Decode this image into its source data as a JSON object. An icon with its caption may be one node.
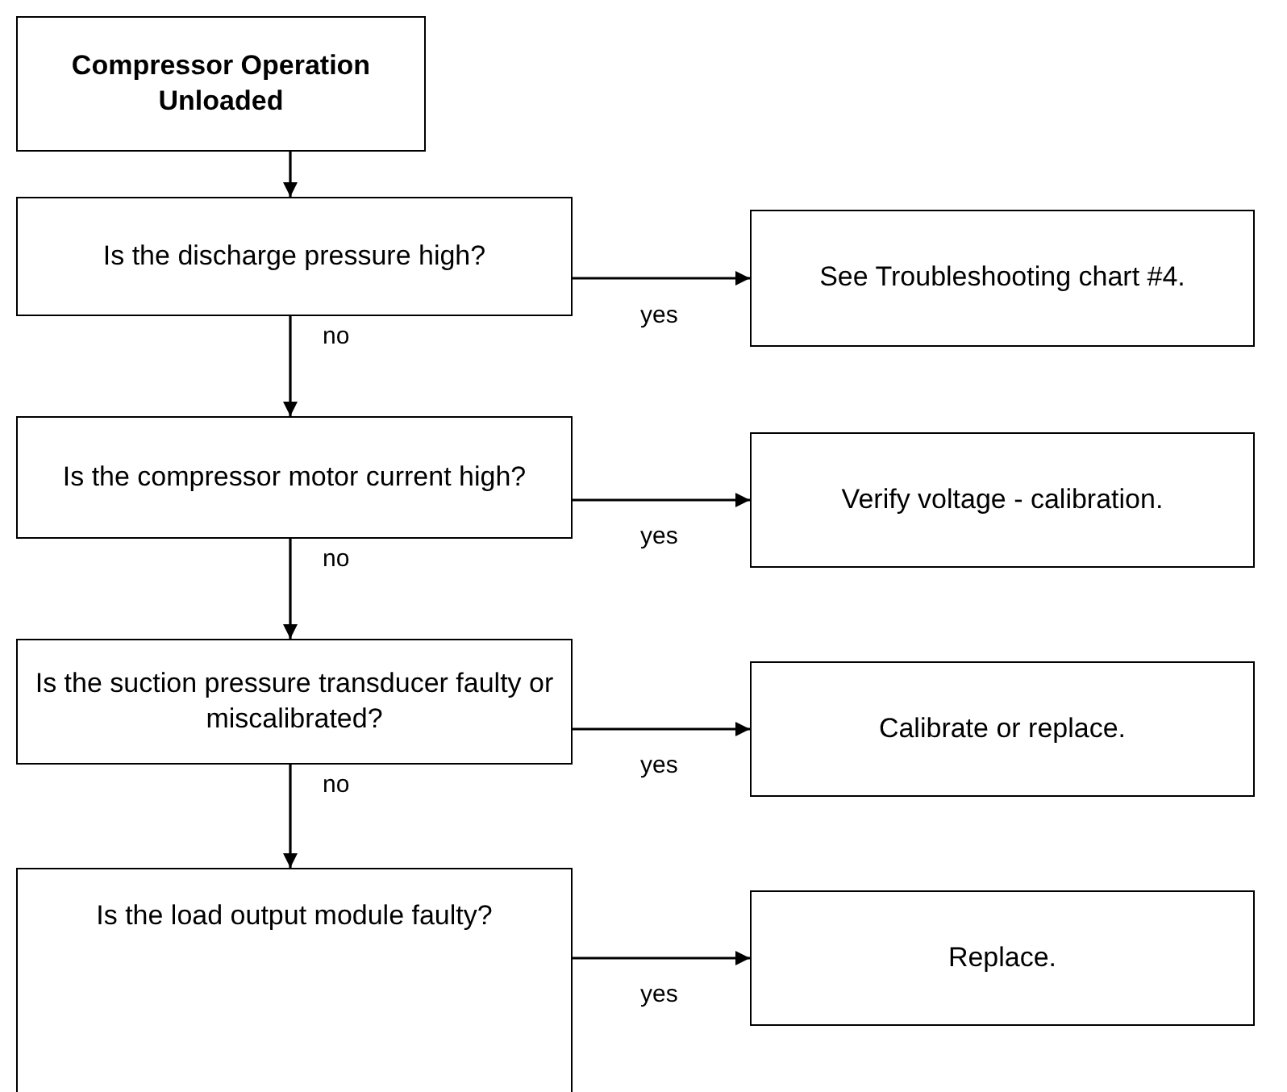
{
  "diagram": {
    "nodes": [
      {
        "text": [
          "Compressor Operation Unloaded"
        ]
      },
      {
        "text": [
          "Is the discharge pressure high?"
        ]
      },
      {
        "text": [
          "See Troubleshooting chart #4."
        ]
      },
      {
        "text": [
          "Is the compressor motor current high?"
        ]
      },
      {
        "text": [
          "Verify voltage - calibration."
        ]
      },
      {
        "text": [
          "Is the suction pressure transducer faulty or miscalibrated?"
        ]
      },
      {
        "text": [
          "Calibrate or replace."
        ]
      },
      {
        "text": [
          "Is the load output module faulty?"
        ]
      },
      {
        "text": [
          "Replace."
        ]
      }
    ],
    "edges": [
      {
        "from": 0,
        "to": 1,
        "arrow": "to"
      },
      {
        "from": 1,
        "to": 2,
        "arrow": "to",
        "label": "yes"
      },
      {
        "from": 1,
        "to": 3,
        "arrow": "to",
        "label": "no"
      },
      {
        "from": 3,
        "to": 4,
        "arrow": "to",
        "label": "yes"
      },
      {
        "from": 3,
        "to": 5,
        "arrow": "to",
        "label": "no"
      },
      {
        "from": 5,
        "to": 6,
        "arrow": "to",
        "label": "yes"
      },
      {
        "from": 5,
        "to": 7,
        "arrow": "to",
        "label": "no"
      },
      {
        "from": 7,
        "to": 8,
        "arrow": "to",
        "label": "yes"
      }
    ]
  }
}
